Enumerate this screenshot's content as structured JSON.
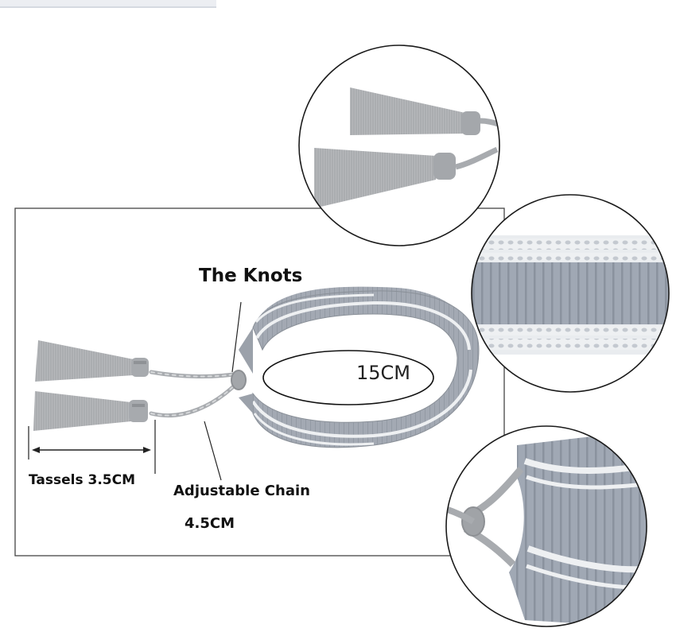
{
  "labels": {
    "knots": "The Knots",
    "circumference": "15CM",
    "tassels": "Tassels 3.5CM",
    "chain": "Adjustable Chain",
    "chain_length": "4.5CM"
  },
  "colors": {
    "fabric_gray": "#a3a9b3",
    "stripe_white": "#eef0f2",
    "tassel_gray": "#b4b6b9",
    "frame": "#444444",
    "text": "#111111"
  },
  "icons": {
    "zoom_tassels": "tassel-closeup",
    "zoom_weave": "woven-stripe-closeup",
    "zoom_knot": "knot-closeup"
  }
}
